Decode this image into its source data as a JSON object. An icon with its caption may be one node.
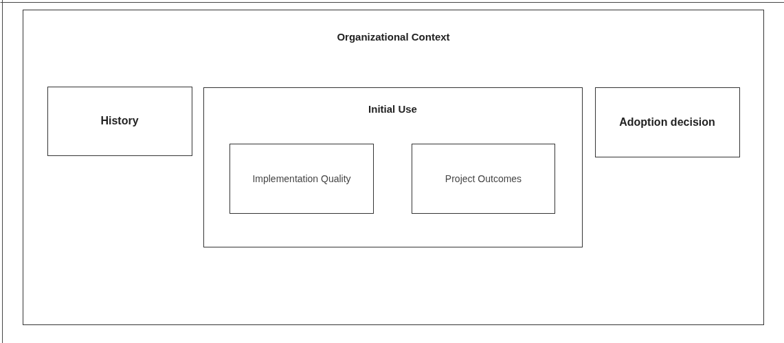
{
  "diagram": {
    "nodes": [
      {
        "text": [
          "Organizational Context"
        ]
      },
      {
        "text": [
          "History"
        ],
        "in": 0
      },
      {
        "text": [
          "Initial Use"
        ],
        "in": 0
      },
      {
        "text": [
          "Implementation Quality"
        ],
        "in": 2
      },
      {
        "text": [
          "Project Outcomes"
        ],
        "in": 2
      },
      {
        "text": [
          "Adoption decision"
        ],
        "in": 0
      }
    ]
  }
}
